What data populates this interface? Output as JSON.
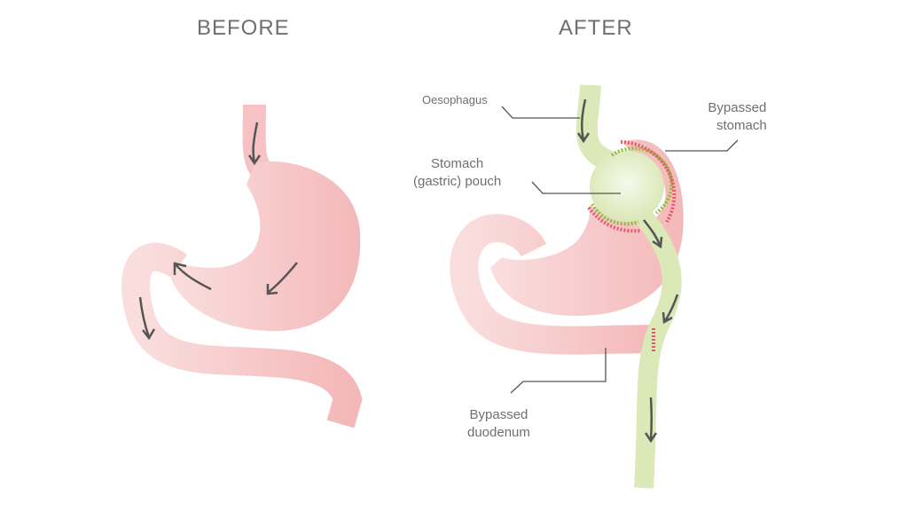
{
  "titles": {
    "before": "BEFORE",
    "after": "AFTER"
  },
  "labels": {
    "oesophagus": "Oesophagus",
    "bypassed_stomach_1": "Bypassed",
    "bypassed_stomach_2": "stomach",
    "pouch_1": "Stomach",
    "pouch_2": "(gastric) pouch",
    "duodenum_1": "Bypassed",
    "duodenum_2": "duodenum"
  },
  "colors": {
    "stomach": "#f6c6c6",
    "pouch": "#dbe8b8",
    "staple_red": "#e8566a",
    "staple_green": "#8fbf3a",
    "arrow": "#555555"
  }
}
